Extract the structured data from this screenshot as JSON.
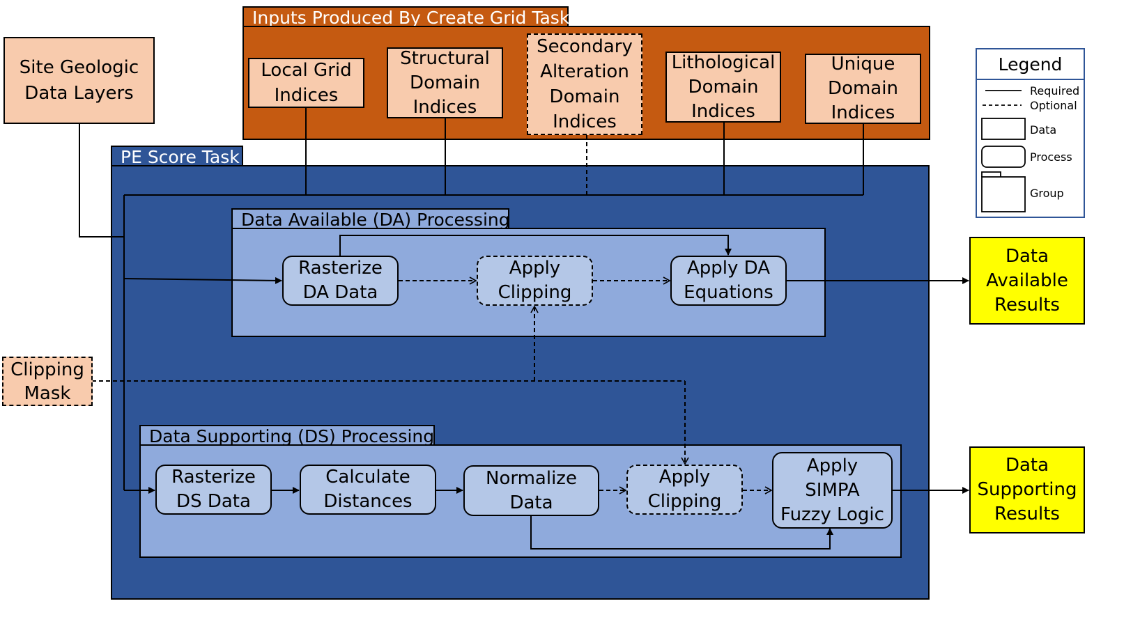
{
  "external_inputs": {
    "site_geologic": "Site Geologic\nData Layers",
    "clipping_mask": "Clipping\nMask"
  },
  "grid_task": {
    "title": "Inputs Produced By Create Grid Task",
    "items": [
      "Local Grid\nIndices",
      "Structural\nDomain\nIndices",
      "Secondary\nAlteration\nDomain\nIndices",
      "Lithological\nDomain\nIndices",
      "Unique\nDomain\nIndices"
    ]
  },
  "pe_task": {
    "title": "PE Score Task"
  },
  "da_processing": {
    "title": "Data Available (DA) Processing",
    "steps": [
      "Rasterize\nDA Data",
      "Apply\nClipping",
      "Apply DA\nEquations"
    ]
  },
  "ds_processing": {
    "title": "Data Supporting (DS) Processing",
    "steps": [
      "Rasterize\nDS Data",
      "Calculate\nDistances",
      "Normalize\nData",
      "Apply\nClipping",
      "Apply\nSIMPA\nFuzzy Logic"
    ]
  },
  "results": {
    "da": "Data\nAvailable\nResults",
    "ds": "Data\nSupporting\nResults"
  },
  "legend": {
    "title": "Legend",
    "required": "Required",
    "optional": "Optional",
    "data": "Data",
    "process": "Process",
    "group": "Group"
  },
  "colors": {
    "grid_task_fill": "#c55a11",
    "pe_task_fill": "#2f5597",
    "processing_fill": "#8faadc",
    "data_fill": "#f8cbad",
    "process_fill": "#b4c7e7",
    "result_fill": "#ffff00"
  }
}
